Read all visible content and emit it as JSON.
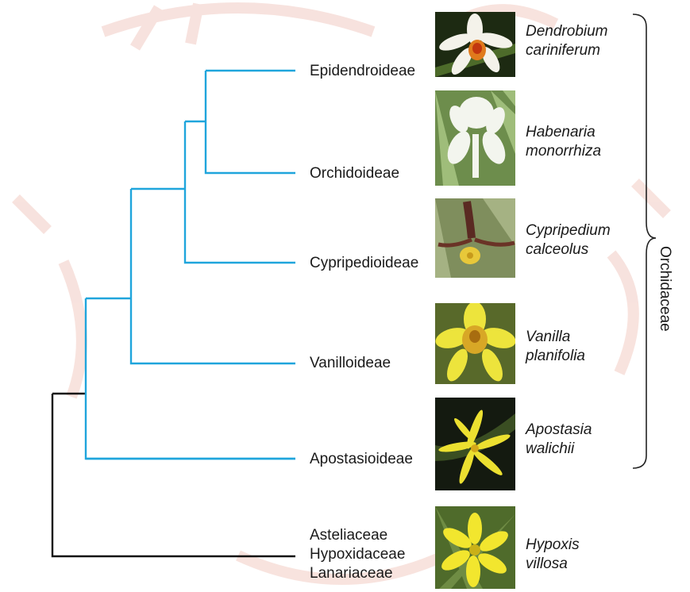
{
  "colors": {
    "orchid_branch": "#1fa5dc",
    "outgroup_branch": "#111111",
    "watermark": "#f6dcd6"
  },
  "clades": {
    "epidendroideae": "Epidendroideae",
    "orchidoideae": "Orchidoideae",
    "cypripedioideae": "Cypripedioideae",
    "vanilloideae": "Vanilloideae",
    "apostasioideae": "Apostasioideae",
    "outgroup": [
      "Asteliaceae",
      "Hypoxidaceae",
      "Lanariaceae"
    ]
  },
  "species": [
    {
      "line1": "Dendrobium",
      "line2": "cariniferum",
      "photo": "white-orange-orchid"
    },
    {
      "line1": "Habenaria",
      "line2": "monorrhiza",
      "photo": "white-orchid"
    },
    {
      "line1": "Cypripedium",
      "line2": "calceolus",
      "photo": "lady-slipper-orchid"
    },
    {
      "line1": "Vanilla",
      "line2": "planifolia",
      "photo": "yellow-vanilla-flower"
    },
    {
      "line1": "Apostasia",
      "line2": "walichii",
      "photo": "yellow-star-flower"
    },
    {
      "line1": "Hypoxis",
      "line2": "villosa",
      "photo": "yellow-six-petal-flower"
    }
  ],
  "group_label": "Orchidaceae"
}
